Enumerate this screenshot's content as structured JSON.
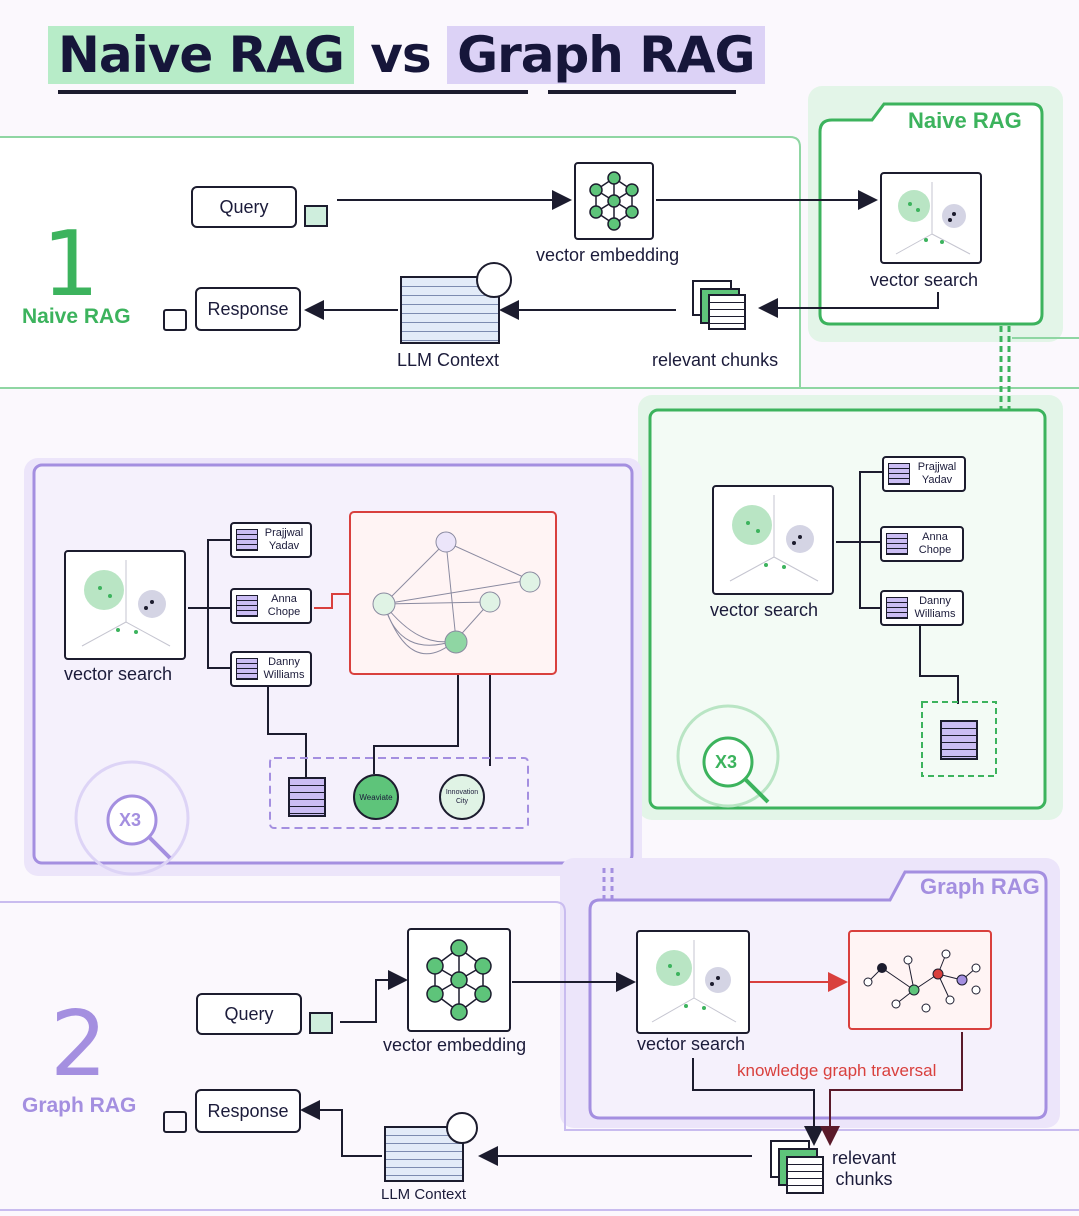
{
  "title": {
    "part1": "Naive RAG",
    "vs": "vs",
    "part2": "Graph RAG"
  },
  "naive": {
    "number": "1",
    "label": "Naive RAG",
    "query": "Query",
    "vector_embedding": "vector embedding",
    "vector_search": "vector search",
    "relevant_chunks": "relevant chunks",
    "llm_context": "LLM Context",
    "response": "Response",
    "tab_title": "Naive RAG",
    "zoom_label": "X3",
    "detail_vector_search": "vector search",
    "names": [
      "Prajjwal\nYadav",
      "Anna\nChope",
      "Danny\nWilliams"
    ]
  },
  "graph": {
    "number": "2",
    "label": "Graph RAG",
    "query": "Query",
    "vector_embedding": "vector embedding",
    "vector_search": "vector search",
    "knowledge_graph_traversal": "knowledge graph traversal",
    "relevant_chunks": "relevant\nchunks",
    "llm_context": "LLM Context",
    "response": "Response",
    "tab_title": "Graph RAG",
    "zoom_label": "X3",
    "detail_vector_search": "vector search",
    "names": [
      "Prajjwal\nYadav",
      "Anna\nChope",
      "Danny\nWilliams"
    ],
    "graph_nodes": [
      "Weaviate",
      "Innovation\nCity"
    ]
  },
  "colors": {
    "green": "#3cb35d",
    "purple": "#a48fe0",
    "red": "#d9403d",
    "ink": "#1c1c2e"
  }
}
